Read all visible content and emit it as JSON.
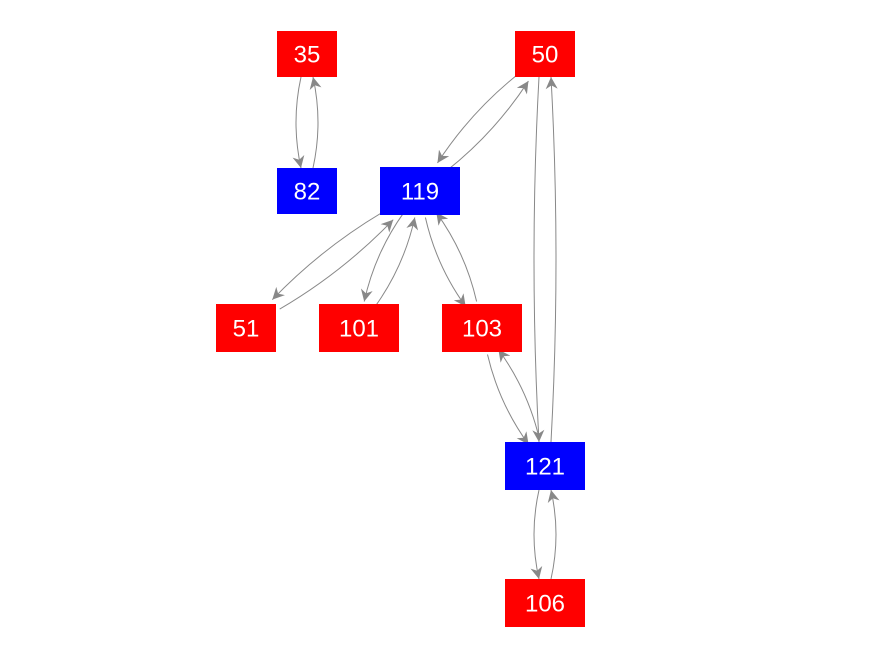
{
  "colors": {
    "red": "#ff0000",
    "blue": "#0000ff",
    "edge": "#888888",
    "label": "#ffffff"
  },
  "nodes": [
    {
      "id": "35",
      "label": "35",
      "color": "red"
    },
    {
      "id": "50",
      "label": "50",
      "color": "red"
    },
    {
      "id": "82",
      "label": "82",
      "color": "blue"
    },
    {
      "id": "119",
      "label": "119",
      "color": "blue"
    },
    {
      "id": "51",
      "label": "51",
      "color": "red"
    },
    {
      "id": "101",
      "label": "101",
      "color": "red"
    },
    {
      "id": "103",
      "label": "103",
      "color": "red"
    },
    {
      "id": "121",
      "label": "121",
      "color": "blue"
    },
    {
      "id": "106",
      "label": "106",
      "color": "red"
    }
  ],
  "edges": [
    {
      "from": "35",
      "to": "82"
    },
    {
      "from": "82",
      "to": "35"
    },
    {
      "from": "50",
      "to": "119"
    },
    {
      "from": "119",
      "to": "50"
    },
    {
      "from": "50",
      "to": "121"
    },
    {
      "from": "121",
      "to": "50"
    },
    {
      "from": "119",
      "to": "51"
    },
    {
      "from": "51",
      "to": "119"
    },
    {
      "from": "119",
      "to": "101"
    },
    {
      "from": "101",
      "to": "119"
    },
    {
      "from": "119",
      "to": "103"
    },
    {
      "from": "103",
      "to": "119"
    },
    {
      "from": "103",
      "to": "121"
    },
    {
      "from": "121",
      "to": "103"
    },
    {
      "from": "121",
      "to": "106"
    },
    {
      "from": "106",
      "to": "121"
    }
  ]
}
